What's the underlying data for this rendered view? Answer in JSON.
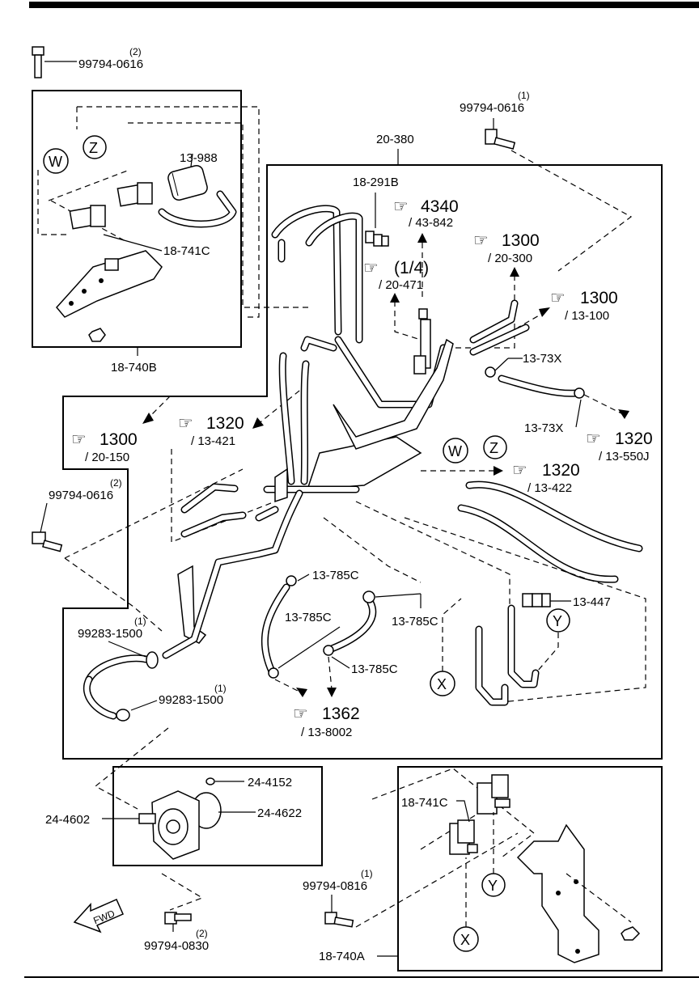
{
  "labels": {
    "bolt_top_left": "99794-0616",
    "bolt_top_left_qty": "(2)",
    "bolt_top_right": "99794-0616",
    "bolt_top_right_qty": "(1)",
    "assy_main": "20-380",
    "filter": "13-988",
    "solenoid_top": "18-741C",
    "bracket_b": "18-740B",
    "clip_1": "18-291B",
    "ref_4340": "4340",
    "ref_4340_sub": "/ 43-842",
    "ref_1300_a": "1300",
    "ref_1300_a_sub": "/ 20-300",
    "ref_quarter": "(1/4)",
    "ref_quarter_sub": "/ 20-471",
    "ref_1300_b": "1300",
    "ref_1300_b_sub": "/ 13-100",
    "clamp_73x_a": "13-73X",
    "clamp_73x_b": "13-73X",
    "ref_1320_a": "1320",
    "ref_1320_a_sub": "/ 13-550J",
    "ref_1300_c": "1300",
    "ref_1300_c_sub": "/ 20-150",
    "ref_1320_b": "1320",
    "ref_1320_b_sub": "/ 13-421",
    "ref_1320_c": "1320",
    "ref_1320_c_sub": "/ 13-422",
    "bolt_mid_left": "99794-0616",
    "bolt_mid_left_qty": "(2)",
    "clip_785_a": "13-785C",
    "clip_785_b": "13-785C",
    "clip_785_c": "13-785C",
    "clip_785_d": "13-785C",
    "connector_447": "13-447",
    "hose_clamp_a": "99283-1500",
    "hose_clamp_a_qty": "(1)",
    "hose_clamp_b": "99283-1500",
    "hose_clamp_b_qty": "(1)",
    "ref_1362": "1362",
    "ref_1362_sub": "/ 13-8002",
    "oring": "24-4152",
    "gasket": "24-4622",
    "pump": "24-4602",
    "solenoid_bottom": "18-741C",
    "bolt_bottom_mid": "99794-0816",
    "bolt_bottom_mid_qty": "(1)",
    "bolt_bottom_left": "99794-0830",
    "bolt_bottom_left_qty": "(2)",
    "bracket_a": "18-740A",
    "fwd": "FWD"
  },
  "markers": {
    "w": "W",
    "z": "Z",
    "x": "X",
    "y": "Y"
  },
  "icons": {
    "reference": "pointing-hand-icon",
    "forward": "fwd-arrow-icon"
  }
}
